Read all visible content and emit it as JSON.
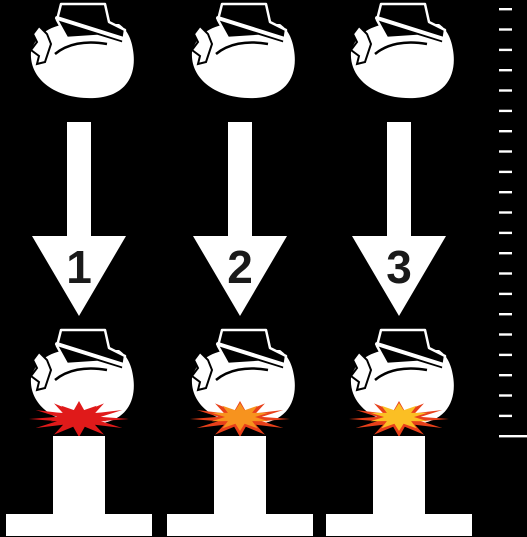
{
  "panels": [
    {
      "number": "1",
      "burst_outer": "#e01a1a",
      "burst_inner": "#e01a1a"
    },
    {
      "number": "2",
      "burst_outer": "#e8401a",
      "burst_inner": "#f7931e"
    },
    {
      "number": "3",
      "burst_outer": "#e8401a",
      "burst_inner": "#fbbf24"
    }
  ],
  "colors": {
    "background": "#000000",
    "foreground": "#ffffff",
    "label": "#1a1a1a"
  },
  "ruler": {
    "tick_count": 22
  }
}
